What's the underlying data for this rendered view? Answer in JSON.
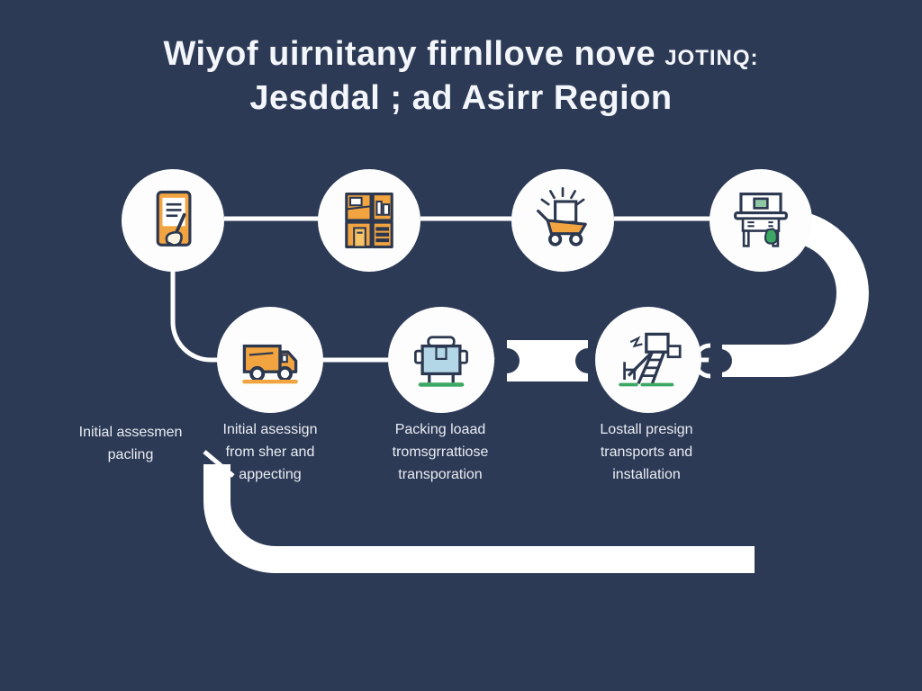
{
  "title": {
    "line1": "Wiyof uirnitany firnllove nove",
    "line1_suffix": "JOTINQ:",
    "line2": "Jesddal ; ad Asirr Region"
  },
  "flow": {
    "top_row": [
      {
        "name": "assessment",
        "icon": "clipboard-hand-icon"
      },
      {
        "name": "packing-boxes",
        "icon": "packed-boxes-icon"
      },
      {
        "name": "loading-cart",
        "icon": "cart-box-icon"
      },
      {
        "name": "setup-desk",
        "icon": "desk-monitor-icon"
      }
    ],
    "bottom_row": [
      {
        "name": "truck-transport",
        "icon": "delivery-truck-icon"
      },
      {
        "name": "appliance",
        "icon": "appliance-icon"
      },
      {
        "name": "installation",
        "icon": "ladder-installation-icon"
      }
    ]
  },
  "labels": [
    {
      "lines": [
        "Initial assesmen",
        "pacling"
      ]
    },
    {
      "lines": [
        "Initial asessign",
        "from sher and",
        "appecting"
      ]
    },
    {
      "lines": [
        "Packing loaad",
        "tromsgrrattiose",
        "transporation"
      ]
    },
    {
      "lines": [
        "Lostall presign",
        "transports and",
        "installation"
      ]
    }
  ],
  "colors": {
    "background": "#2d3a55",
    "circle": "#fdfdfd",
    "connector": "#ffffff",
    "icon_orange": "#f2a440",
    "icon_orange_light": "#f7c466",
    "icon_outline": "#2c3850",
    "icon_green": "#3da864",
    "icon_blue": "#b3d7e6",
    "text": "#e9edf4"
  }
}
